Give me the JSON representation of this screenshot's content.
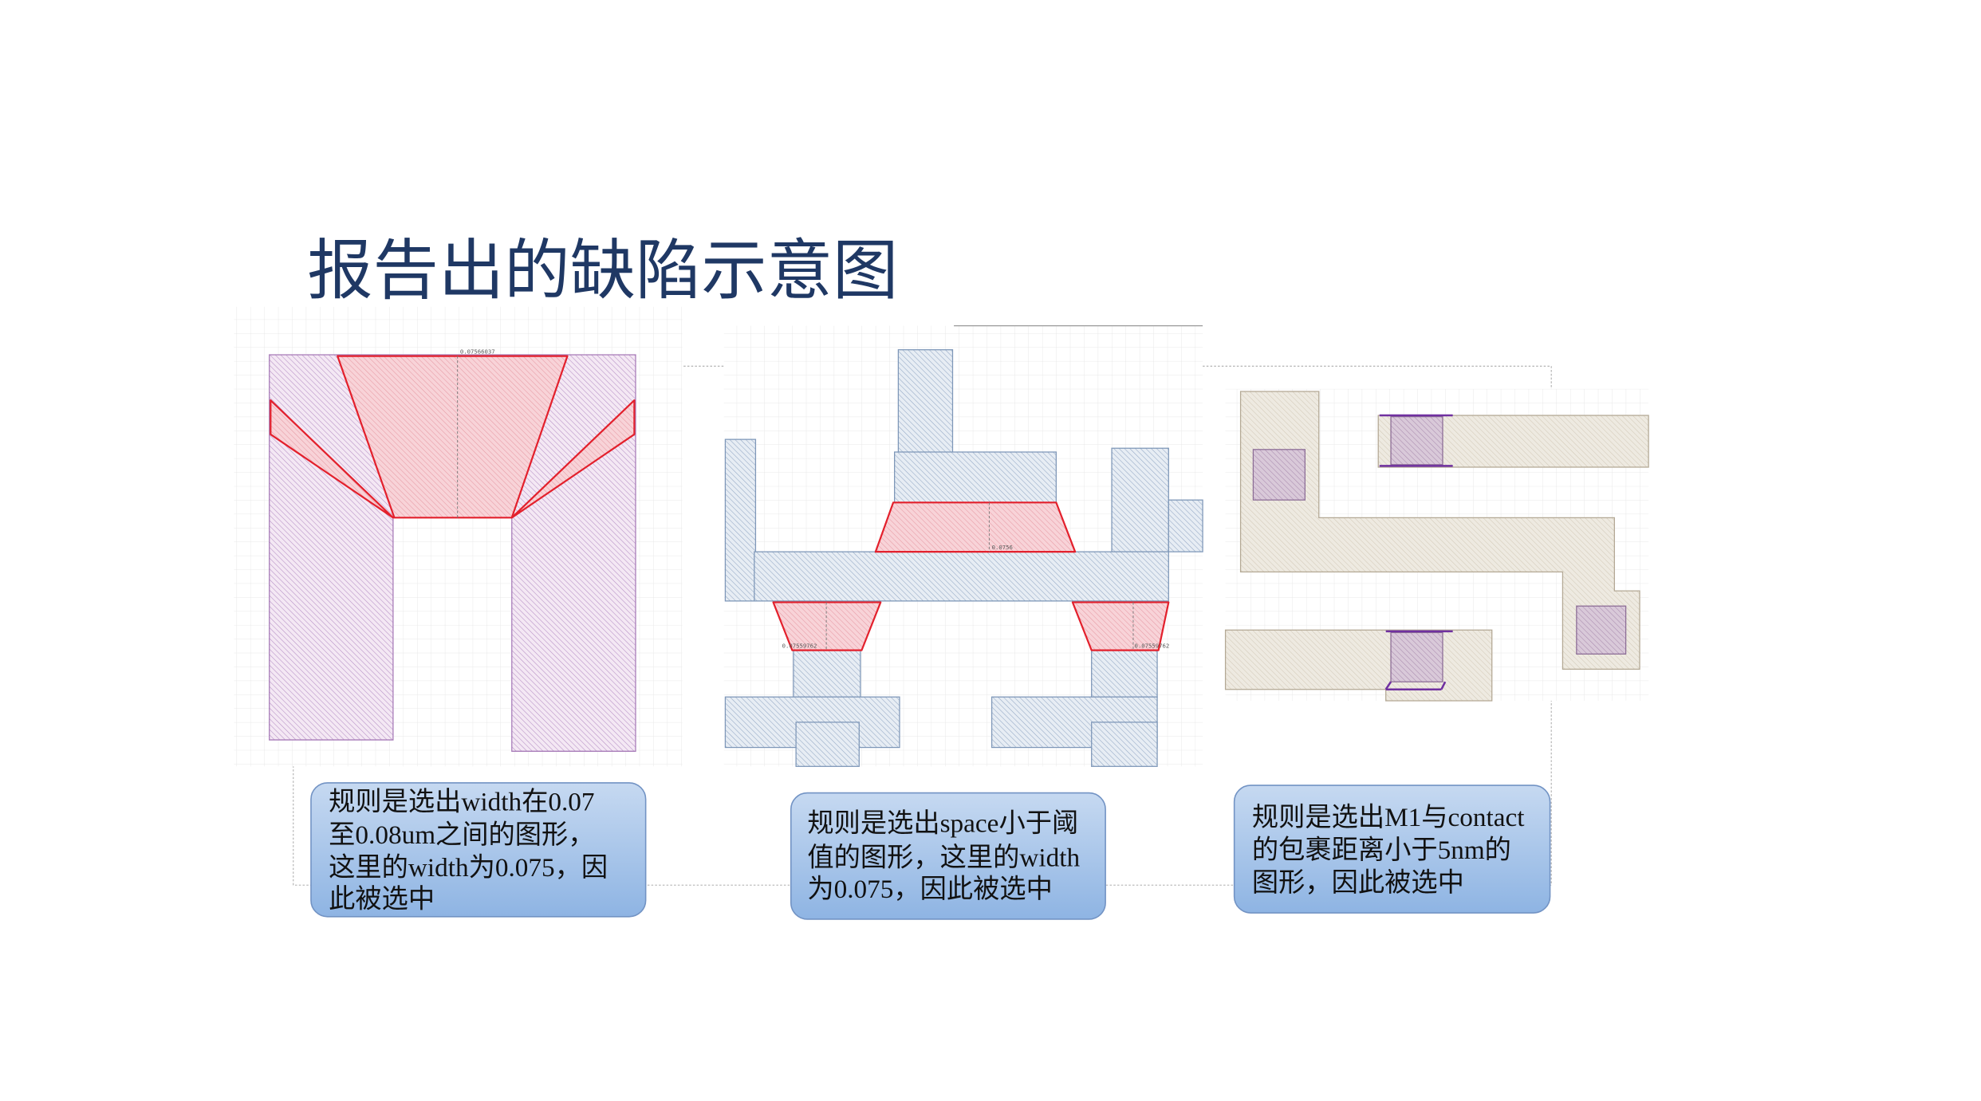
{
  "slide": {
    "title": "报告出的缺陷示意图"
  },
  "panels": {
    "width_check": {
      "measure_label": "0.07566037"
    },
    "space_check": {
      "measure_center": "0.0756",
      "measure_left": "0.07559762",
      "measure_right": "0.07559762"
    },
    "enclosure_check": {}
  },
  "callouts": [
    {
      "lines": [
        "规则是选出width在0.07",
        "至0.08um之间的图形，",
        "这里的width为0.075，因",
        "此被选中"
      ]
    },
    {
      "lines": [
        "规则是选出space小于阈",
        "值的图形，这里的width",
        "为0.075，因此被选中"
      ]
    },
    {
      "lines": [
        "规则是选出M1与contact",
        "的包裹距离小于5nm的",
        "图形，因此被选中"
      ]
    }
  ],
  "colors": {
    "title": "#1F3864",
    "defect_highlight": "#E3202C",
    "metal_shape": "#A77BB8",
    "poly_shape": "#7E97B8",
    "m1_shape": "#B3A894",
    "contact_edge": "#7030A0",
    "callout_top": "#C6D9F1",
    "callout_bottom": "#8EB4E3"
  }
}
